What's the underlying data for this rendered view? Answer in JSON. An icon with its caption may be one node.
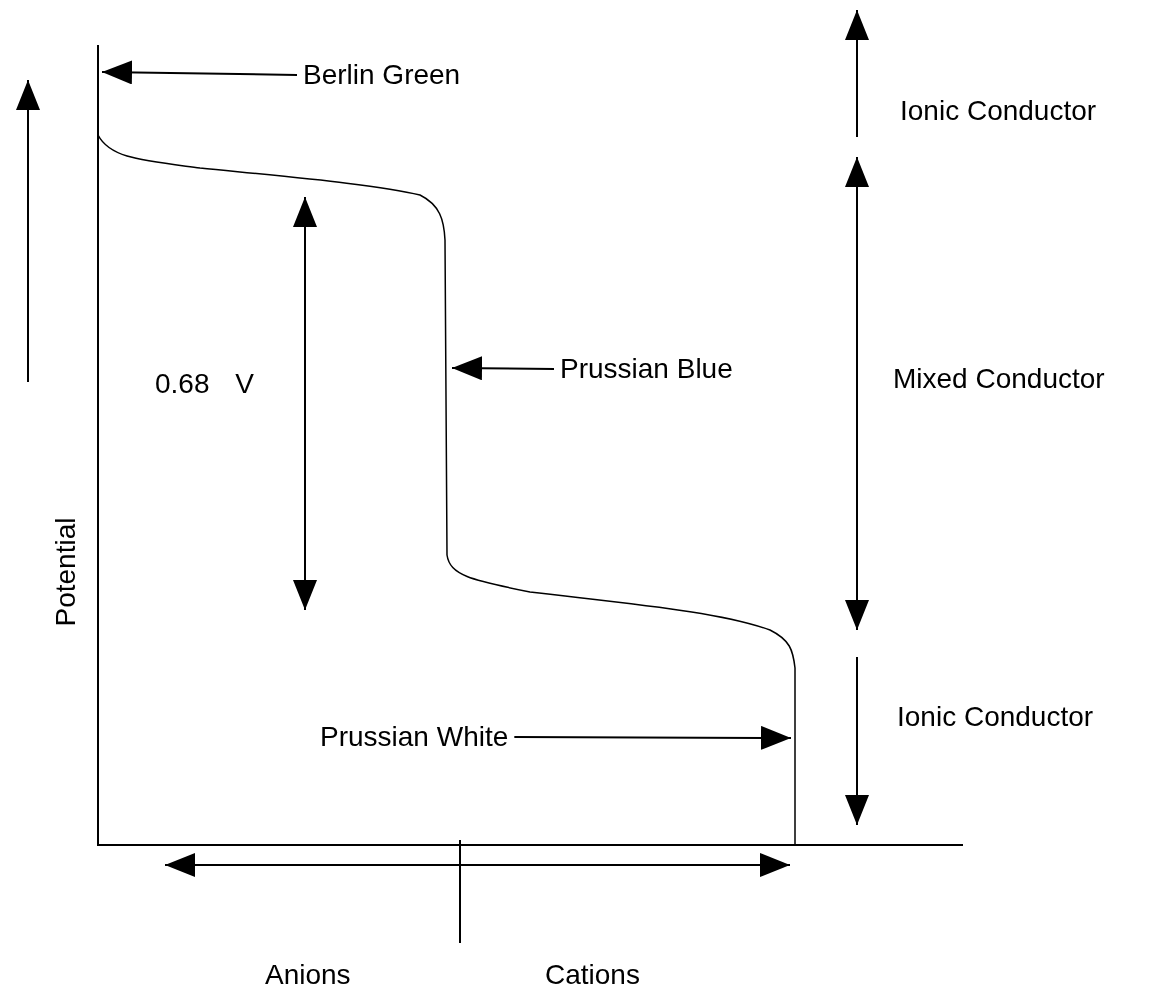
{
  "diagram": {
    "nodes": [
      {
        "text": [
          "Berlin Green"
        ]
      },
      {
        "text": [
          "Prussian Blue"
        ]
      },
      {
        "text": [
          "Prussian White"
        ]
      }
    ],
    "edges": [
      {
        "from": 0,
        "to": null,
        "arrow": "to"
      },
      {
        "from": 1,
        "to": null,
        "arrow": "to"
      },
      {
        "from": 2,
        "to": null,
        "arrow": "to"
      }
    ],
    "labels": [
      "Ionic Conductor",
      "Mixed Conductor",
      "Potential",
      "0.68 V",
      "Ionic Conductor",
      "Anions",
      "Cations"
    ]
  }
}
